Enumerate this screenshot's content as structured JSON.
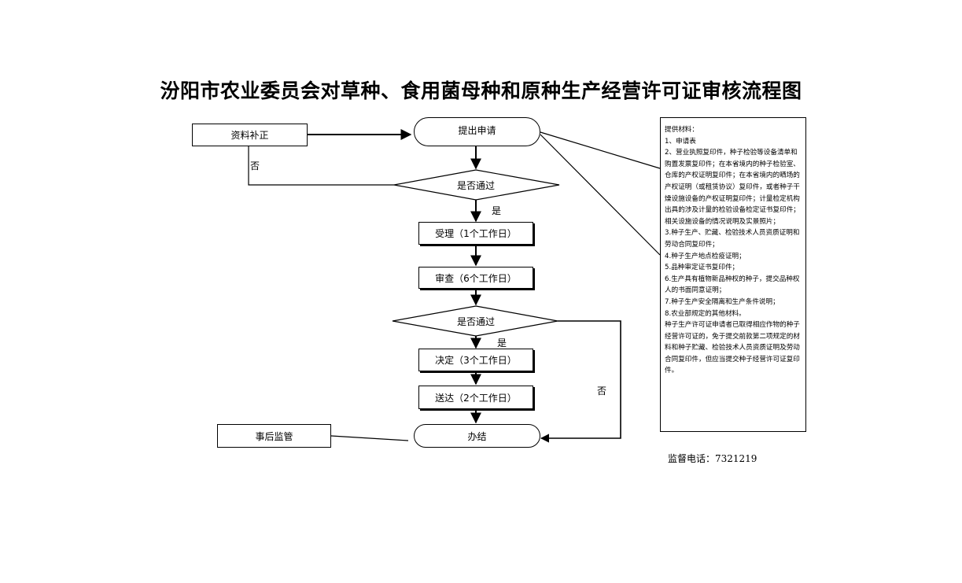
{
  "title": "汾阳市农业委员会对草种、食用菌母种和原种生产经营许可证审核流程图",
  "nodes": {
    "apply": "提出申请",
    "supplement": "资料补正",
    "check1": "是否通过",
    "accept": "受理（1个工作日）",
    "review": "审查（6个工作日）",
    "check2": "是否通过",
    "decide": "决定（3个工作日）",
    "deliver": "送达（2个工作日）",
    "finish": "办结",
    "supervise": "事后监管"
  },
  "edge_labels": {
    "no1": "否",
    "yes1": "是",
    "yes2": "是",
    "no2": "否"
  },
  "materials": {
    "lines": [
      "提供材料：",
      "1、申请表",
      "2、营业执照复印件，种子检验等设备清单和购置发票复印件；在本省境内的种子检验室、仓库的产权证明复印件；在本省境内的晒场的产权证明（或租赁协议）复印件，或者种子干燥设施设备的产权证明复印件；计量检定机构出具的涉及计量的检验设备检定证书复印件；相关设施设备的情况说明及实景照片；",
      "3.种子生产、贮藏、检验技术人员资质证明和劳动合同复印件；",
      "4.种子生产地点检疫证明；",
      "5.品种审定证书复印件；",
      "6.生产具有植物新品种权的种子，提交品种权人的书面同意证明；",
      "7.种子生产安全隔离和生产条件说明；",
      "8.农业部规定的其他材料。",
      "种子生产许可证申请者已取得相应作物的种子经营许可证的，免于提交前款第二项规定的材料和种子贮藏、检验技术人员资质证明及劳动合同复印件，但应当提交种子经营许可证复印件。"
    ]
  },
  "supervision_phone": "监督电话：7321219"
}
